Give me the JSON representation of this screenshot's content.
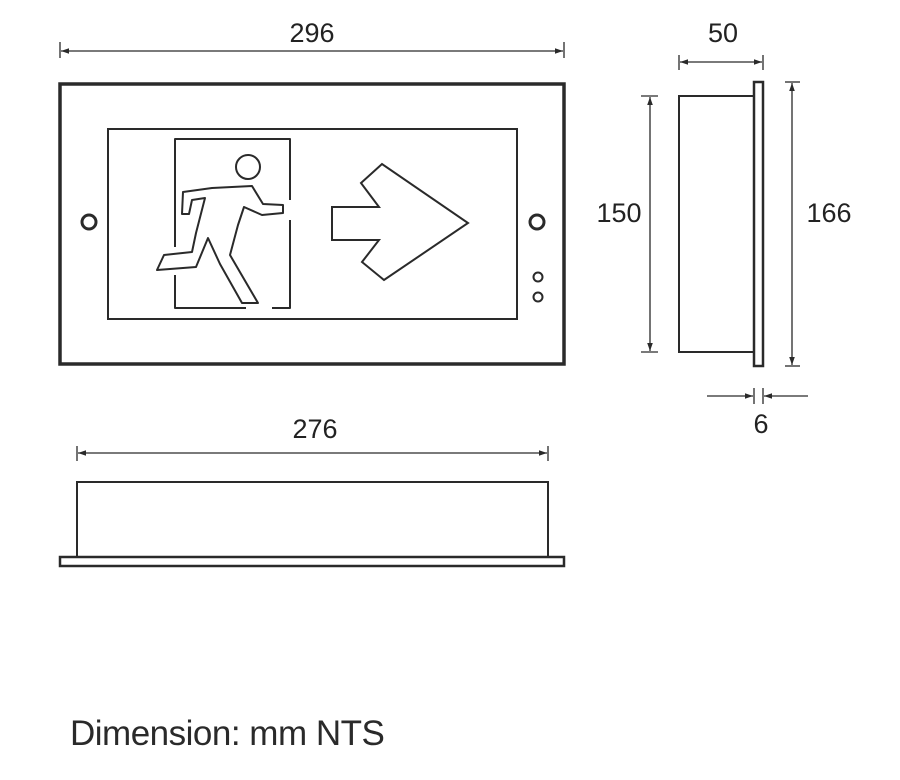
{
  "dimensions": {
    "front_width": "296",
    "side_depth": "50",
    "side_body_height": "150",
    "side_overall_height": "166",
    "faceplate_thickness": "6",
    "bottom_body_width": "276"
  },
  "caption": "Dimension: mm NTS",
  "colors": {
    "line": "#2a2a2a",
    "background": "#ffffff"
  },
  "icons": [
    "running-man-icon",
    "arrow-right-icon"
  ]
}
